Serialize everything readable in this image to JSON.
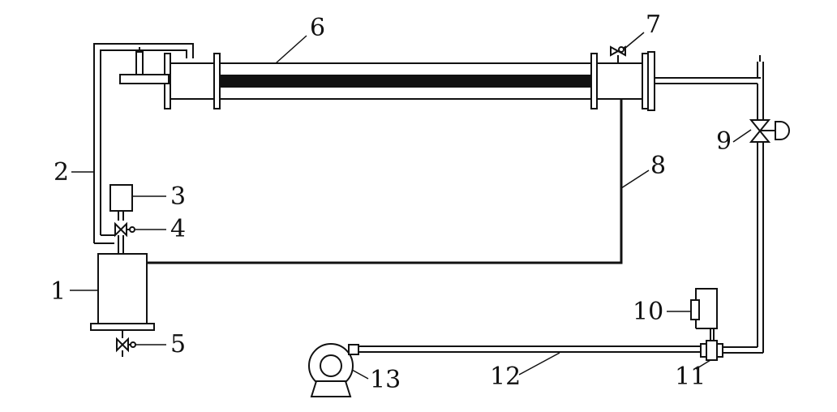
{
  "diagram": {
    "callouts": {
      "c1": "1",
      "c2": "2",
      "c3": "3",
      "c4": "4",
      "c5": "5",
      "c6": "6",
      "c7": "7",
      "c8": "8",
      "c9": "9",
      "c10": "10",
      "c11": "11",
      "c12": "12",
      "c13": "13"
    },
    "colors": {
      "line": "#111111",
      "background": "#ffffff"
    }
  }
}
